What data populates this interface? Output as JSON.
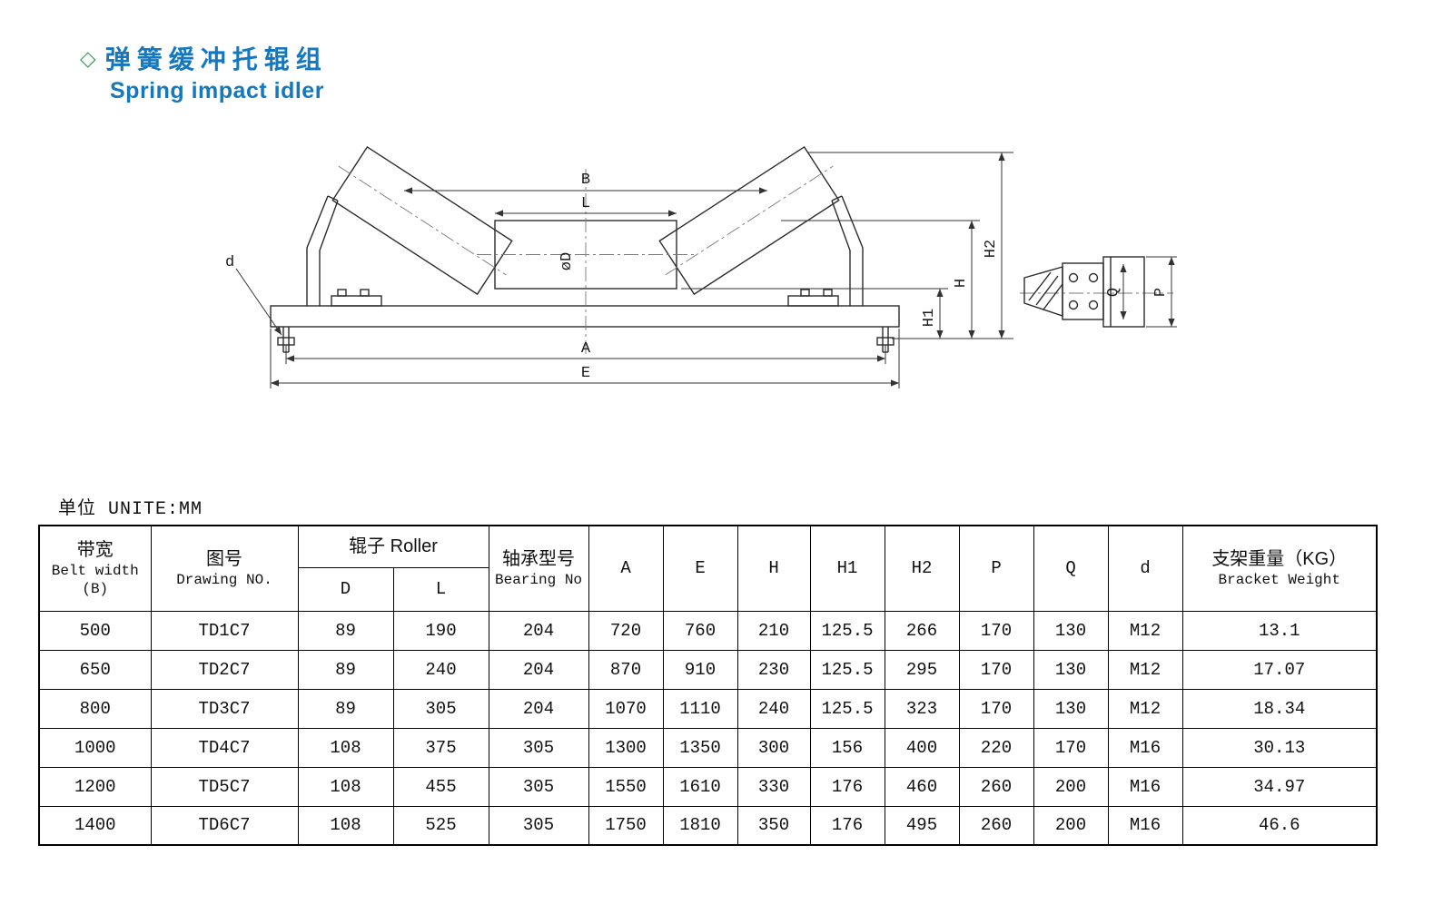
{
  "page": {
    "diamond": "◇",
    "title_cn": "弹簧缓冲托辊组",
    "title_en": "Spring impact idler",
    "unit_label": "单位 UNITE:MM"
  },
  "colors": {
    "title_blue": "#1577be",
    "diamond_green": "#35a05f",
    "drawing_line": "#2b2b2b",
    "table_border": "#000000"
  },
  "drawing": {
    "labels": {
      "B": "B",
      "L": "L",
      "OD": "øD",
      "d": "d",
      "A": "A",
      "E": "E",
      "H1": "H1",
      "H": "H",
      "H2": "H2",
      "Q": "Q",
      "P": "P"
    }
  },
  "table": {
    "headers": {
      "belt_width_cn": "带宽",
      "belt_width_en": "Belt width",
      "belt_width_sub": "(B)",
      "drawing_no_cn": "图号",
      "drawing_no_en": "Drawing NO.",
      "roller_group": "辊子 Roller",
      "roller_d": "D",
      "roller_l": "L",
      "bearing_cn": "轴承型号",
      "bearing_en": "Bearing No",
      "col_a": "A",
      "col_e": "E",
      "col_h": "H",
      "col_h1": "H1",
      "col_h2": "H2",
      "col_p": "P",
      "col_q": "Q",
      "col_d": "d",
      "weight_cn": "支架重量（KG）",
      "weight_en": "Bracket Weight"
    },
    "rows": [
      [
        "500",
        "TD1C7",
        "89",
        "190",
        "204",
        "720",
        "760",
        "210",
        "125.5",
        "266",
        "170",
        "130",
        "M12",
        "13.1"
      ],
      [
        "650",
        "TD2C7",
        "89",
        "240",
        "204",
        "870",
        "910",
        "230",
        "125.5",
        "295",
        "170",
        "130",
        "M12",
        "17.07"
      ],
      [
        "800",
        "TD3C7",
        "89",
        "305",
        "204",
        "1070",
        "1110",
        "240",
        "125.5",
        "323",
        "170",
        "130",
        "M12",
        "18.34"
      ],
      [
        "1000",
        "TD4C7",
        "108",
        "375",
        "305",
        "1300",
        "1350",
        "300",
        "156",
        "400",
        "220",
        "170",
        "M16",
        "30.13"
      ],
      [
        "1200",
        "TD5C7",
        "108",
        "455",
        "305",
        "1550",
        "1610",
        "330",
        "176",
        "460",
        "260",
        "200",
        "M16",
        "34.97"
      ],
      [
        "1400",
        "TD6C7",
        "108",
        "525",
        "305",
        "1750",
        "1810",
        "350",
        "176",
        "495",
        "260",
        "200",
        "M16",
        "46.6"
      ]
    ]
  }
}
